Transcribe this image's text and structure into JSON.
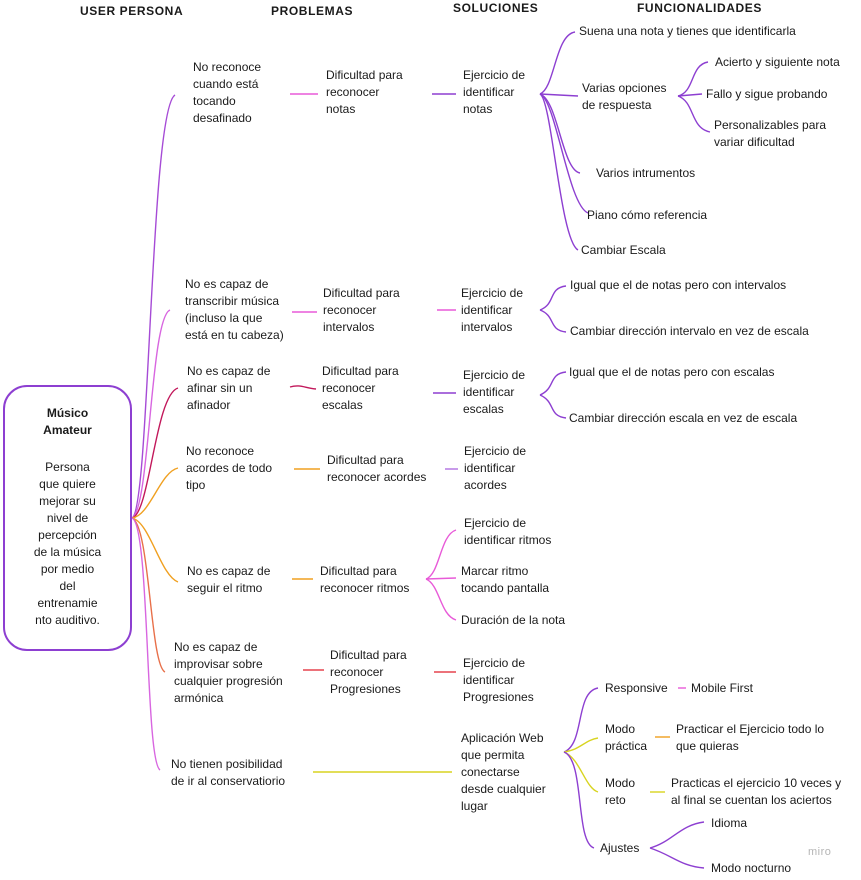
{
  "headers": {
    "persona": "USER PERSONA",
    "problems": "PROBLEMAS",
    "solutions": "SOLUCIONES",
    "features": "FUNCIONALIDADES"
  },
  "persona": {
    "title": "Músico\nAmateur",
    "description": "Persona\nque quiere\nmejorar su\nnivel de\npercepción\nde la música\npor medio\ndel\nentrenamie\nnto auditivo."
  },
  "watermark": "miro",
  "colors": {
    "purple": "#8d3fd1",
    "violet": "#a64bd6",
    "magenta": "#d14bd6",
    "pink": "#e85ad8",
    "crimson": "#c2185b",
    "orange": "#f0a020",
    "red": "#e5434f",
    "yellow": "#d8d420",
    "lightpurple": "#b070e0"
  },
  "branches": {
    "b1": {
      "problem": "No reconoce\ncuando está\ntocando\ndesafinado",
      "difficulty": "Dificultad para\nreconocer\nnotas",
      "solution": "Ejercicio de\nidentificar\nnotas",
      "f1": "Suena una nota y tienes que identificarla",
      "f2": "Varias opciones\nde respuesta",
      "f2a": "Acierto y siguiente nota",
      "f2b": "Fallo y sigue probando",
      "f2c": "Personalizables para\nvariar dificultad",
      "f3": "Varios intrumentos",
      "f4": "Piano cómo referencia",
      "f5": "Cambiar Escala"
    },
    "b2": {
      "problem": "No es capaz de\ntranscribir música\n(incluso la que\nestá en tu cabeza)",
      "difficulty": "Dificultad para\nreconocer\nintervalos",
      "solution": "Ejercicio de\nidentificar\nintervalos",
      "f1": "Igual que el de notas pero con intervalos",
      "f2": "Cambiar dirección intervalo en vez de escala"
    },
    "b3": {
      "problem": "No es capaz de\nafinar sin un\nafinador",
      "difficulty": "Dificultad para\nreconocer\nescalas",
      "solution": "Ejercicio de\nidentificar\nescalas",
      "f1": "Igual que el de notas pero con escalas",
      "f2": "Cambiar dirección escala en vez de escala"
    },
    "b4": {
      "problem": "No reconoce\nacordes de todo\ntipo",
      "difficulty": "Dificultad para\nreconocer acordes",
      "solution": "Ejercicio de\nidentificar\nacordes"
    },
    "b5": {
      "problem": "No es capaz de\nseguir el ritmo",
      "difficulty": "Dificultad para\nreconocer ritmos",
      "s1": "Ejercicio de\nidentificar ritmos",
      "s2": "Marcar ritmo\ntocando pantalla",
      "s3": "Duración de la nota"
    },
    "b6": {
      "problem": "No es capaz de\nimprovisar sobre\ncualquier progresión\narmónica",
      "difficulty": "Dificultad para\nreconocer\nProgresiones",
      "solution": "Ejercicio de\nidentificar\nProgresiones"
    },
    "b7": {
      "problem": "No tienen posibilidad\nde ir al conservatiorio",
      "solution": "Aplicación Web\nque permita\nconectarse\ndesde cualquier\nlugar",
      "responsive": "Responsive",
      "mobile": "Mobile First",
      "modo_practica": "Modo\npráctica",
      "practica_desc": "Practicar el Ejercicio todo lo\nque quieras",
      "modo_reto": "Modo\nreto",
      "reto_desc": "Practicas el ejercicio 10 veces y\nal final se cuentan los aciertos",
      "ajustes": "Ajustes",
      "idioma": "Idioma",
      "nocturno": "Modo nocturno"
    }
  }
}
